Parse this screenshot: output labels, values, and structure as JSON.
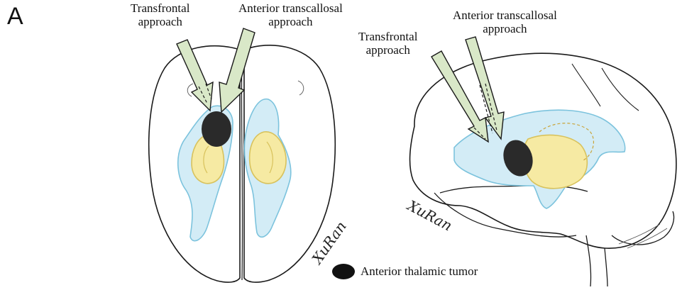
{
  "panel_label": "A",
  "left_view": {
    "transfrontal": {
      "line1": "Transfrontal",
      "line2": "approach"
    },
    "transcallosal": {
      "line1": "Anterior transcallosal",
      "line2": "approach"
    }
  },
  "right_view": {
    "transfrontal": {
      "line1": "Transfrontal",
      "line2": "approach"
    },
    "transcallosal": {
      "line1": "Anterior transcallosal",
      "line2": "approach"
    }
  },
  "legend": {
    "label": "Anterior thalamic tumor"
  },
  "signature": "XuRan",
  "colors": {
    "ventricle": "#d3ecf6",
    "ventricle_edge": "#7cc3dd",
    "thalamus": "#f6eaa3",
    "thalamus_edge": "#d8c25c",
    "arrow_fill": "#d9e8c8",
    "tumor": "#2a2a2a",
    "outline": "#1a1a1a"
  }
}
